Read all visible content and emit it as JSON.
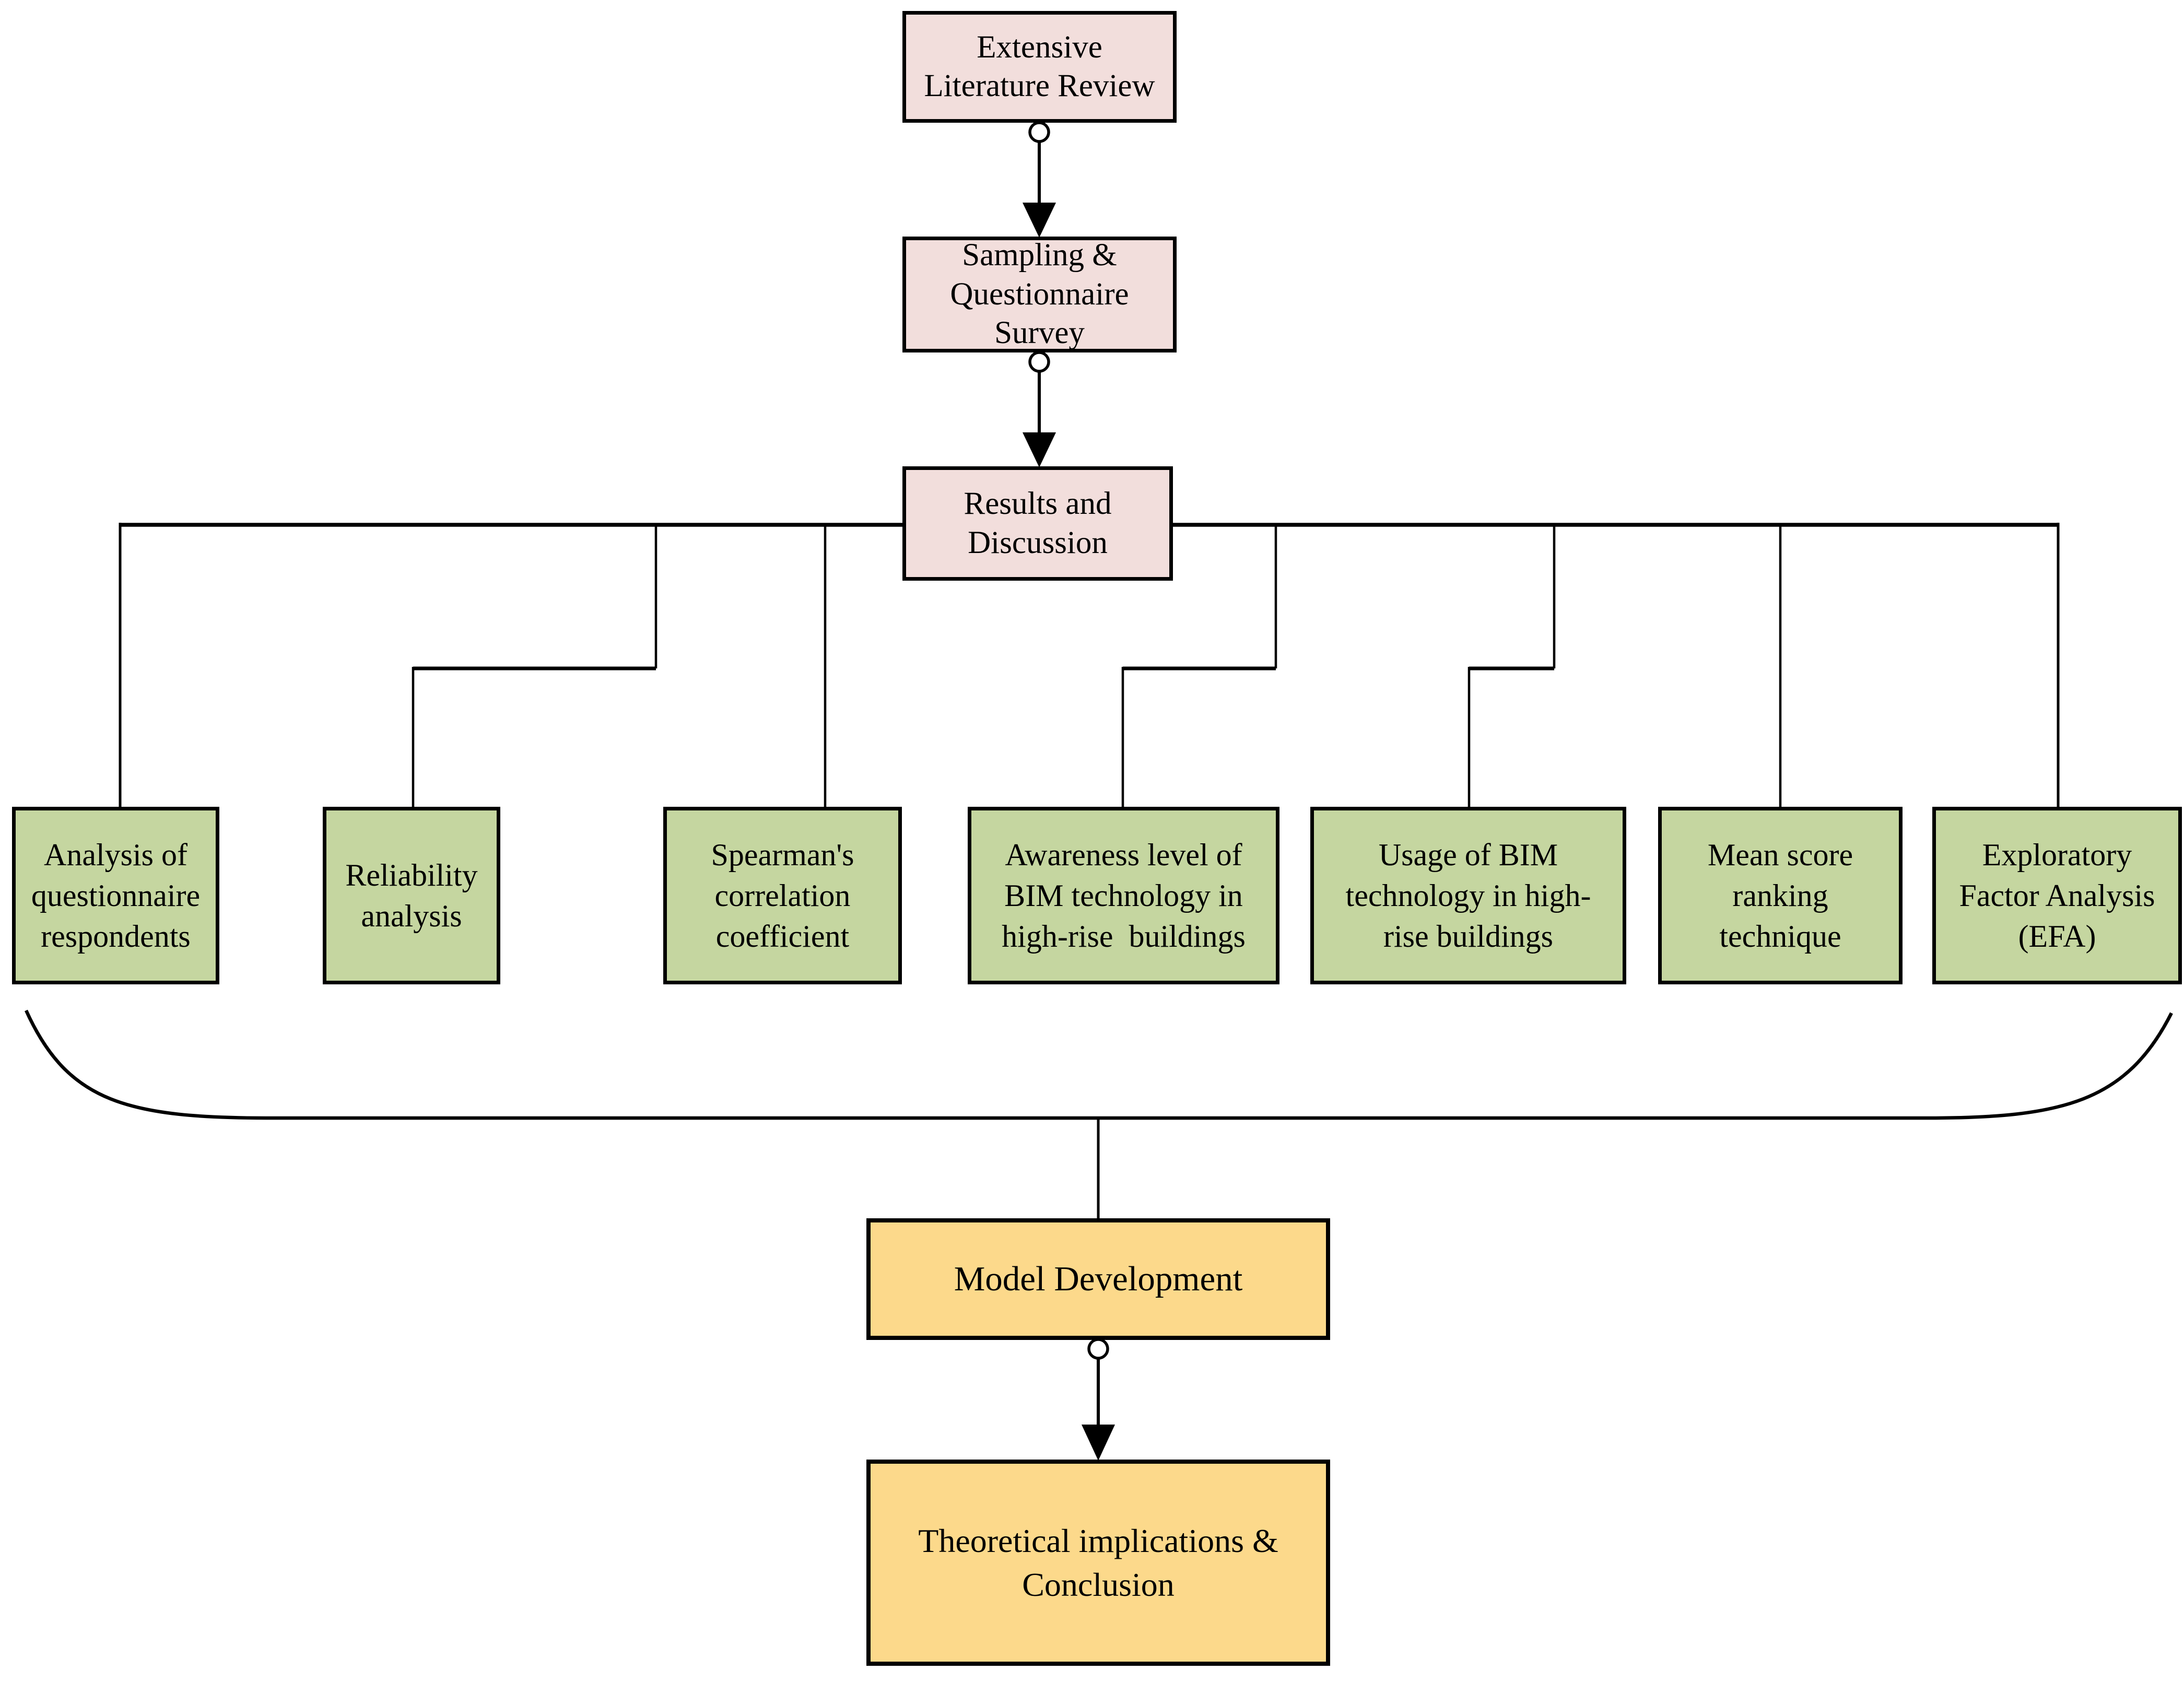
{
  "colors": {
    "stage-fill": "#F2DEDC",
    "analysis-fill": "#C5D6A0",
    "outcome-fill": "#FCD98B",
    "line": "#000000",
    "background": "#FFFFFF"
  },
  "nodes": {
    "literature": {
      "label": "Extensive\nLiterature Review"
    },
    "sampling": {
      "label": "Sampling &\nQuestionnaire\nSurvey"
    },
    "results": {
      "label": "Results and\nDiscussion"
    },
    "children": [
      {
        "label": "Analysis of\nquestionnaire\nrespondents"
      },
      {
        "label": "Reliability\nanalysis"
      },
      {
        "label": "Spearman's\ncorrelation\ncoefficient"
      },
      {
        "label": "Awareness level of\nBIM technology in\nhigh-rise  buildings"
      },
      {
        "label": "Usage of BIM\ntechnology in high-\nrise buildings"
      },
      {
        "label": "Mean score\nranking\ntechnique"
      },
      {
        "label": "Exploratory\nFactor Analysis\n(EFA)"
      }
    ],
    "model": {
      "label": "Model Development"
    },
    "conclusion": {
      "label": "Theoretical implications &\nConclusion"
    }
  }
}
